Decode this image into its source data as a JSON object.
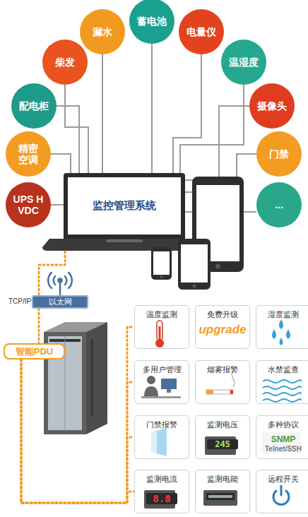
{
  "diagram": {
    "nodes": [
      {
        "text": [
          "蓄电池"
        ]
      },
      {
        "text": [
          "漏水"
        ]
      },
      {
        "text": [
          "电量仪"
        ]
      },
      {
        "text": [
          "柴发"
        ]
      },
      {
        "text": [
          "温湿度"
        ]
      },
      {
        "text": [
          "配电柜"
        ]
      },
      {
        "text": [
          "摄像头"
        ]
      },
      {
        "text": [
          "精密空调"
        ]
      },
      {
        "text": [
          "门禁"
        ]
      },
      {
        "text": [
          "UPS HVDC"
        ]
      },
      {
        "text": [
          "..."
        ]
      },
      {
        "text": [
          "监控管理系统"
        ]
      },
      {
        "text": [
          "以太网"
        ]
      },
      {
        "text": [
          "智能PDU"
        ]
      },
      {
        "text": [
          "温度监测"
        ]
      },
      {
        "text": [
          "免费升级",
          "upgrade"
        ]
      },
      {
        "text": [
          "湿度监测"
        ]
      },
      {
        "text": [
          "多用户管理"
        ]
      },
      {
        "text": [
          "烟雾报警"
        ]
      },
      {
        "text": [
          "水禁监查"
        ]
      },
      {
        "text": [
          "门禁报警"
        ]
      },
      {
        "text": [
          "监测电压",
          "245"
        ]
      },
      {
        "text": [
          "多种协议",
          "SNMP",
          "Telnet/SSH"
        ]
      },
      {
        "text": [
          "监测电流",
          "8.8"
        ]
      },
      {
        "text": [
          "监测电能"
        ]
      },
      {
        "text": [
          "远程开关"
        ]
      }
    ],
    "edges": [
      {
        "from": 0,
        "to": 11,
        "arrow": "none"
      },
      {
        "from": 1,
        "to": 11,
        "arrow": "none"
      },
      {
        "from": 2,
        "to": 11,
        "arrow": "none"
      },
      {
        "from": 3,
        "to": 11,
        "arrow": "none"
      },
      {
        "from": 4,
        "to": 11,
        "arrow": "none"
      },
      {
        "from": 5,
        "to": 11,
        "arrow": "none"
      },
      {
        "from": 6,
        "to": 11,
        "arrow": "none"
      },
      {
        "from": 7,
        "to": 11,
        "arrow": "none"
      },
      {
        "from": 8,
        "to": 11,
        "arrow": "none"
      },
      {
        "from": 9,
        "to": 11,
        "arrow": "none"
      },
      {
        "from": 10,
        "to": 11,
        "arrow": "none"
      },
      {
        "from": 11,
        "to": 12,
        "arrow": "none"
      },
      {
        "from": 12,
        "to": 13,
        "arrow": "none"
      },
      {
        "from": 13,
        "to": 14,
        "arrow": "none"
      },
      {
        "from": 13,
        "to": 17,
        "arrow": "none"
      },
      {
        "from": 13,
        "to": 20,
        "arrow": "none"
      },
      {
        "from": 13,
        "to": 23,
        "arrow": "none"
      }
    ],
    "labels": [
      "TCP/IP"
    ]
  }
}
